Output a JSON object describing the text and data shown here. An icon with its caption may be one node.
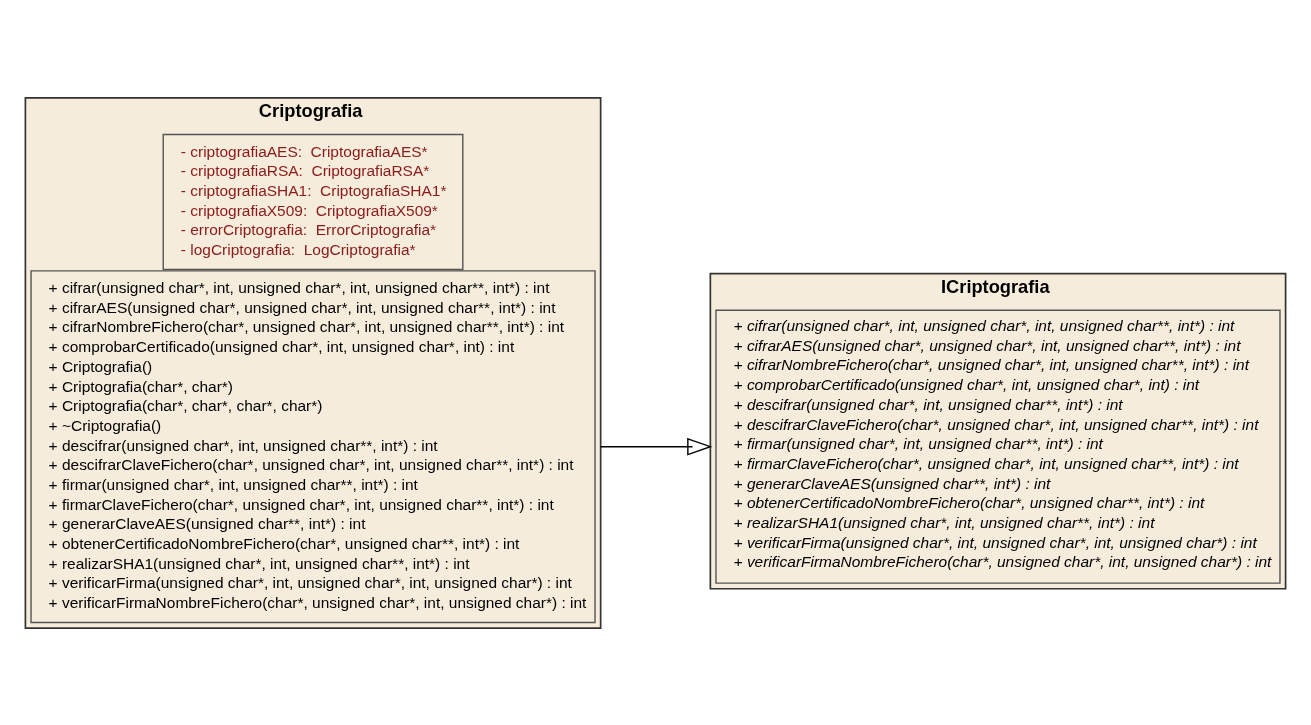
{
  "diagram": {
    "nodes": [
      {
        "text": [
          "Criptografia"
        ]
      },
      {
        "text": [
          "- criptografiaAES:  CriptografiaAES*",
          "- criptografiaRSA:  CriptografiaRSA*",
          "- criptografiaSHA1:  CriptografiaSHA1*",
          "- criptografiaX509:  CriptografiaX509*",
          "- errorCriptografia:  ErrorCriptografia*",
          "- logCriptografia:  LogCriptografia*"
        ],
        "in": 0
      },
      {
        "text": [
          "+ cifrar(unsigned char*, int, unsigned char*, int, unsigned char**, int*) : int",
          "+ cifrarAES(unsigned char*, unsigned char*, int, unsigned char**, int*) : int",
          "+ cifrarNombreFichero(char*, unsigned char*, int, unsigned char**, int*) : int",
          "+ comprobarCertificado(unsigned char*, int, unsigned char*, int) : int",
          "+ Criptografia()",
          "+ Criptografia(char*, char*)",
          "+ Criptografia(char*, char*, char*, char*)",
          "+ ~Criptografia()",
          "+ descifrar(unsigned char*, int, unsigned char**, int*) : int",
          "+ descifrarClaveFichero(char*, unsigned char*, int, unsigned char**, int*) : int",
          "+ firmar(unsigned char*, int, unsigned char**, int*) : int",
          "+ firmarClaveFichero(char*, unsigned char*, int, unsigned char**, int*) : int",
          "+ generarClaveAES(unsigned char**, int*) : int",
          "+ obtenerCertificadoNombreFichero(char*, unsigned char**, int*) : int",
          "+ realizarSHA1(unsigned char*, int, unsigned char**, int*) : int",
          "+ verificarFirma(unsigned char*, int, unsigned char*, int, unsigned char*) : int",
          "+ verificarFirmaNombreFichero(char*, unsigned char*, int, unsigned char*) : int"
        ],
        "in": 0
      },
      {
        "text": [
          "ICriptografia"
        ]
      },
      {
        "text": [
          "+ cifrar(unsigned char*, int, unsigned char*, int, unsigned char**, int*) : int",
          "+ cifrarAES(unsigned char*, unsigned char*, int, unsigned char**, int*) : int",
          "+ cifrarNombreFichero(char*, unsigned char*, int, unsigned char**, int*) : int",
          "+ comprobarCertificado(unsigned char*, int, unsigned char*, int) : int",
          "+ descifrar(unsigned char*, int, unsigned char**, int*) : int",
          "+ descifrarClaveFichero(char*, unsigned char*, int, unsigned char**, int*) : int",
          "+ firmar(unsigned char*, int, unsigned char**, int*) : int",
          "+ firmarClaveFichero(char*, unsigned char*, int, unsigned char**, int*) : int",
          "+ generarClaveAES(unsigned char**, int*) : int",
          "+ obtenerCertificadoNombreFichero(char*, unsigned char**, int*) : int",
          "+ realizarSHA1(unsigned char*, int, unsigned char**, int*) : int",
          "+ verificarFirma(unsigned char*, int, unsigned char*, int, unsigned char*) : int",
          "+ verificarFirmaNombreFichero(char*, unsigned char*, int, unsigned char*) : int"
        ],
        "in": 3
      }
    ],
    "edges": [
      {
        "from": 0,
        "to": 3,
        "arrow": "to"
      }
    ]
  }
}
